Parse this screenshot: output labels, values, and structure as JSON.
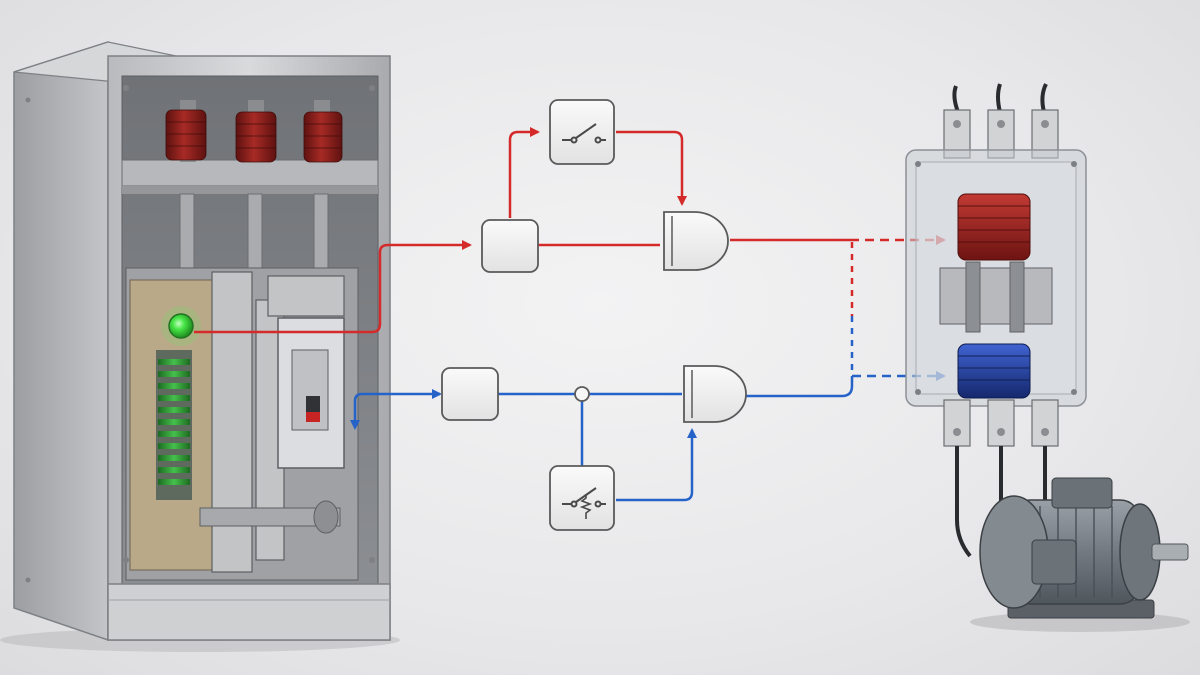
{
  "scene": {
    "description_free": true
  },
  "colors": {
    "background": "#ebebec",
    "cabinet_body": "#c9cacd",
    "cabinet_dark": "#8a8c90",
    "insulator_red": "#8f1f1c",
    "spring_green": "#2f9a35",
    "indicator_green": "#3bd33b",
    "signal_red": "#d42a2a",
    "signal_blue": "#2563c9",
    "coil_red": "#9a1d1d",
    "coil_blue": "#1d3a9a",
    "motor_body": "#7c8287",
    "block_fill": "#f3f3f3",
    "block_stroke": "#5a5a5a"
  },
  "nodes": {
    "red_branch_switch": {
      "icon": "switch-icon"
    },
    "red_input_block": {
      "icon": "blank-block"
    },
    "red_and_gate": {
      "icon": "and-gate-icon"
    },
    "blue_input_block": {
      "icon": "blank-block"
    },
    "blue_junction": {
      "icon": "junction-dot"
    },
    "blue_and_gate": {
      "icon": "and-gate-icon"
    },
    "blue_thermal_switch": {
      "icon": "thermal-switch-icon"
    }
  }
}
